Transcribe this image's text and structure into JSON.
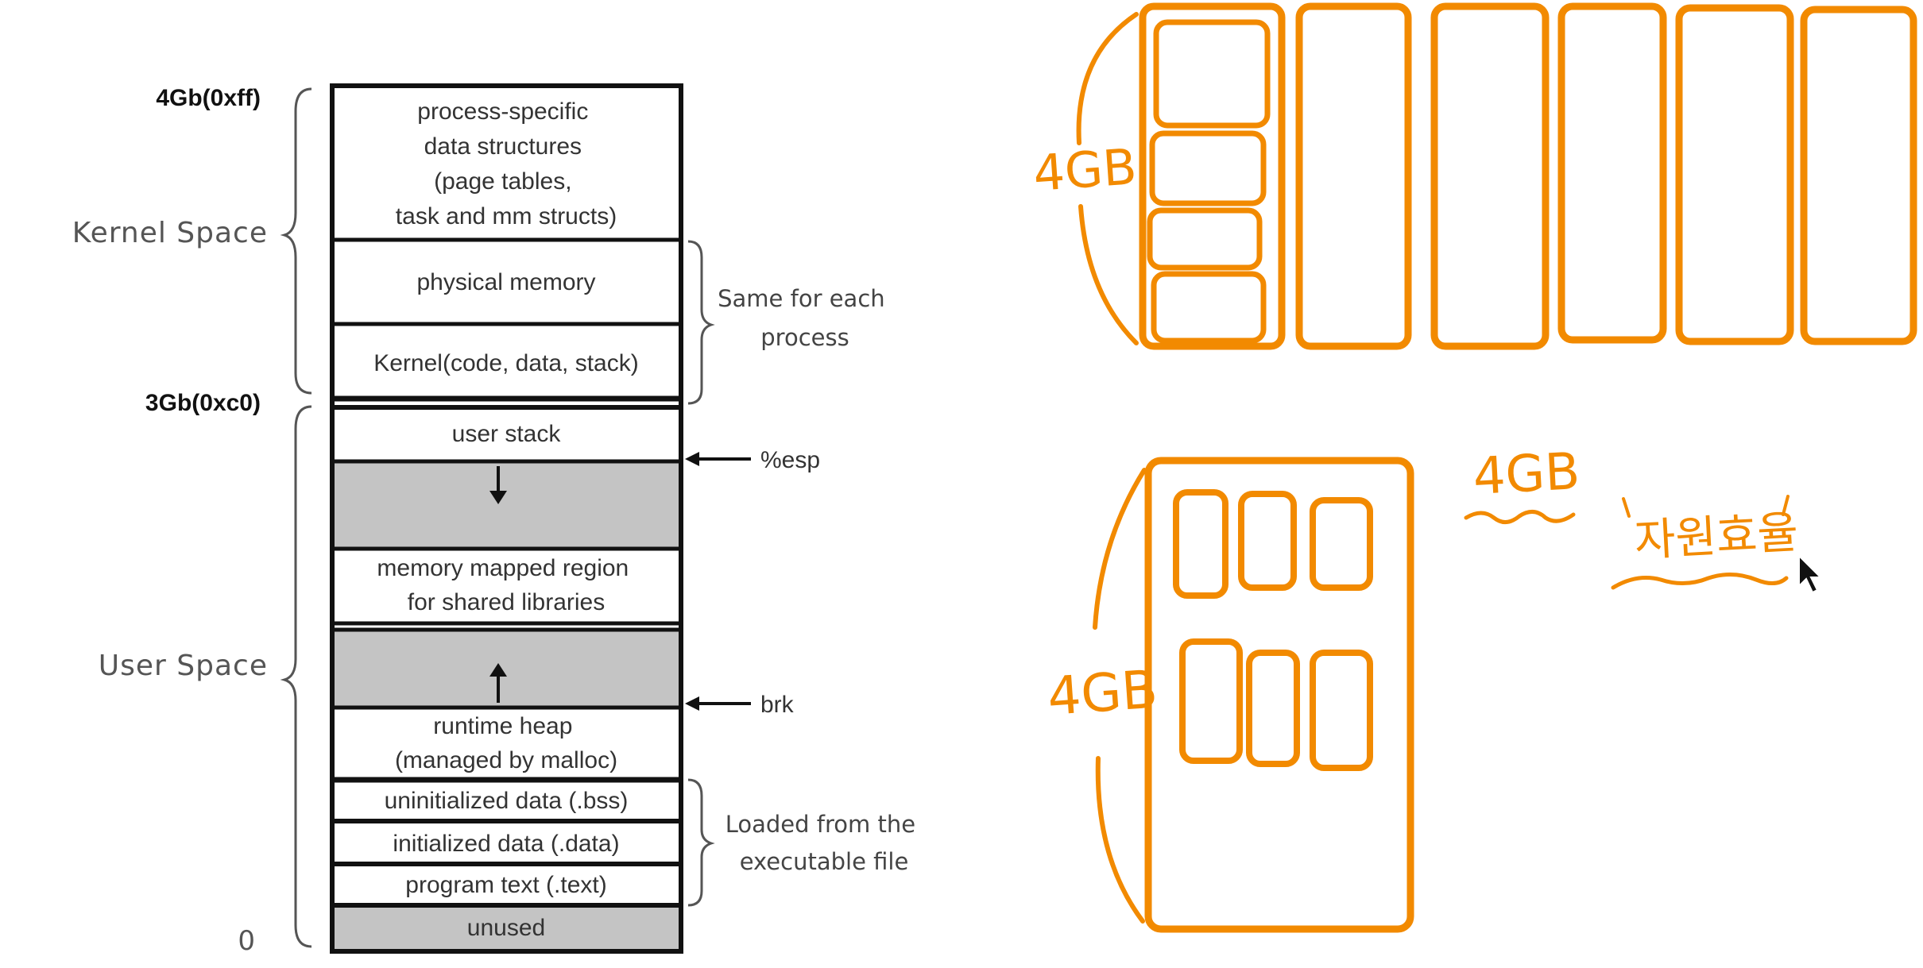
{
  "memory_layout": {
    "addresses": {
      "top": "4Gb(0xff)",
      "kernel_boundary": "3Gb(0xc0)",
      "bottom": "0"
    },
    "spaces": {
      "kernel": "Kernel Space",
      "user": "User Space"
    },
    "segments": {
      "process_specific": [
        "process-specific",
        "data structures",
        "(page tables,",
        "task and mm structs)"
      ],
      "physical_memory": "physical memory",
      "kernel": "Kernel(code, data, stack)",
      "user_stack": "user stack",
      "mmap": [
        "memory mapped region",
        "for shared libraries"
      ],
      "heap": [
        "runtime heap",
        "(managed by malloc)"
      ],
      "bss": "uninitialized data (.bss)",
      "data": "initialized data (.data)",
      "text": "program text (.text)",
      "unused": "unused"
    },
    "pointers": {
      "esp": "%esp",
      "brk": "brk"
    },
    "notes": {
      "same": [
        "Same for each",
        "process"
      ],
      "loaded": [
        "Loaded from the",
        "executable file"
      ]
    }
  },
  "sketch": {
    "top_label": "4GB",
    "bottom_label": "4GB",
    "floating_label": "4GB",
    "korean_note": "자원효율"
  },
  "colors": {
    "orange": "#f28a00",
    "gray_fill": "#c4c4c4",
    "ink": "#111111"
  }
}
